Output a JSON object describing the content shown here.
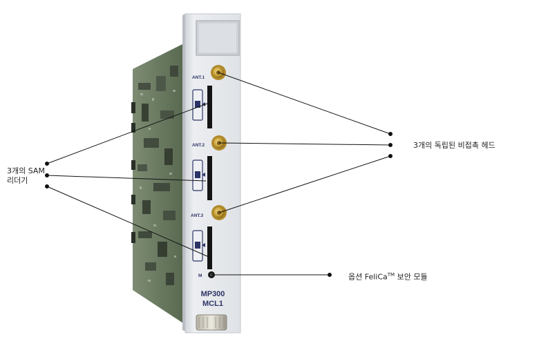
{
  "callouts": {
    "sam_readers": {
      "line1": "3개의 SAM",
      "line2": "리더기"
    },
    "antenna_heads": {
      "text": "3개의 독립된 비접촉 헤드"
    },
    "felica_module": {
      "text_prefix": "옵션 FeliCa",
      "text_tm": "TM",
      "text_suffix": " 보안 모듈"
    }
  },
  "board": {
    "antenna_labels": [
      "ANT.1",
      "ANT.2",
      "ANT.3"
    ],
    "indicator_label": "M",
    "model_line1": "MP300",
    "model_line2": "MCL1"
  },
  "colors": {
    "faceplate": "#e4e6ea",
    "pcb": "#6f7f66",
    "connector_gold": "#c9a23a",
    "text_navy": "#2c3466",
    "line": "#111111"
  }
}
